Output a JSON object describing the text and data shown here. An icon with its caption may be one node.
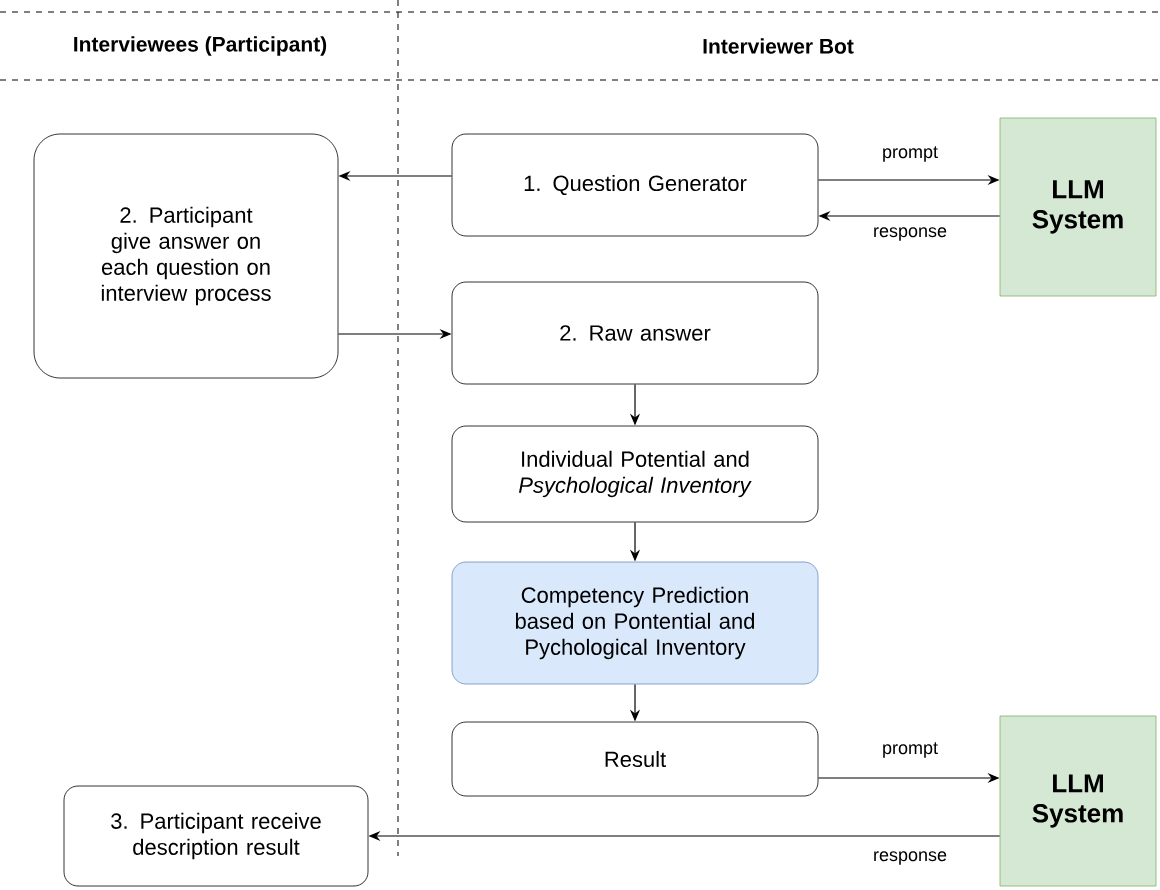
{
  "diagram": {
    "nodes": [
      {
        "text": [
          "2. Participant give answer on each question on interview process"
        ]
      },
      {
        "text": [
          "1. Question Generator"
        ]
      },
      {
        "text": [
          "LLM System"
        ]
      },
      {
        "text": [
          "2. Raw answer"
        ]
      },
      {
        "text": [
          "Individual Potential and *Psychological Inventory*"
        ]
      },
      {
        "text": [
          "Competency Prediction based on Pontential and Pychological Inventory"
        ]
      },
      {
        "text": [
          "Result"
        ]
      },
      {
        "text": [
          "3. Participant receive description result"
        ]
      },
      {
        "text": [
          "LLM System"
        ]
      }
    ],
    "edges": [
      {
        "from": 1,
        "to": 0,
        "arrow": "to"
      },
      {
        "from": 1,
        "to": 2,
        "arrow": "to",
        "label": "prompt"
      },
      {
        "from": 2,
        "to": 1,
        "arrow": "to",
        "label": "response"
      },
      {
        "from": 0,
        "to": 3,
        "arrow": "to"
      },
      {
        "from": 3,
        "to": 4,
        "arrow": "to"
      },
      {
        "from": 4,
        "to": 5,
        "arrow": "to"
      },
      {
        "from": 5,
        "to": 6,
        "arrow": "to"
      },
      {
        "from": 6,
        "to": 8,
        "arrow": "to",
        "label": "prompt"
      },
      {
        "from": 8,
        "to": 7,
        "arrow": "to",
        "label": "response"
      }
    ],
    "labels": [
      "Interviewees (Participant)",
      "Interviewer Bot"
    ]
  }
}
